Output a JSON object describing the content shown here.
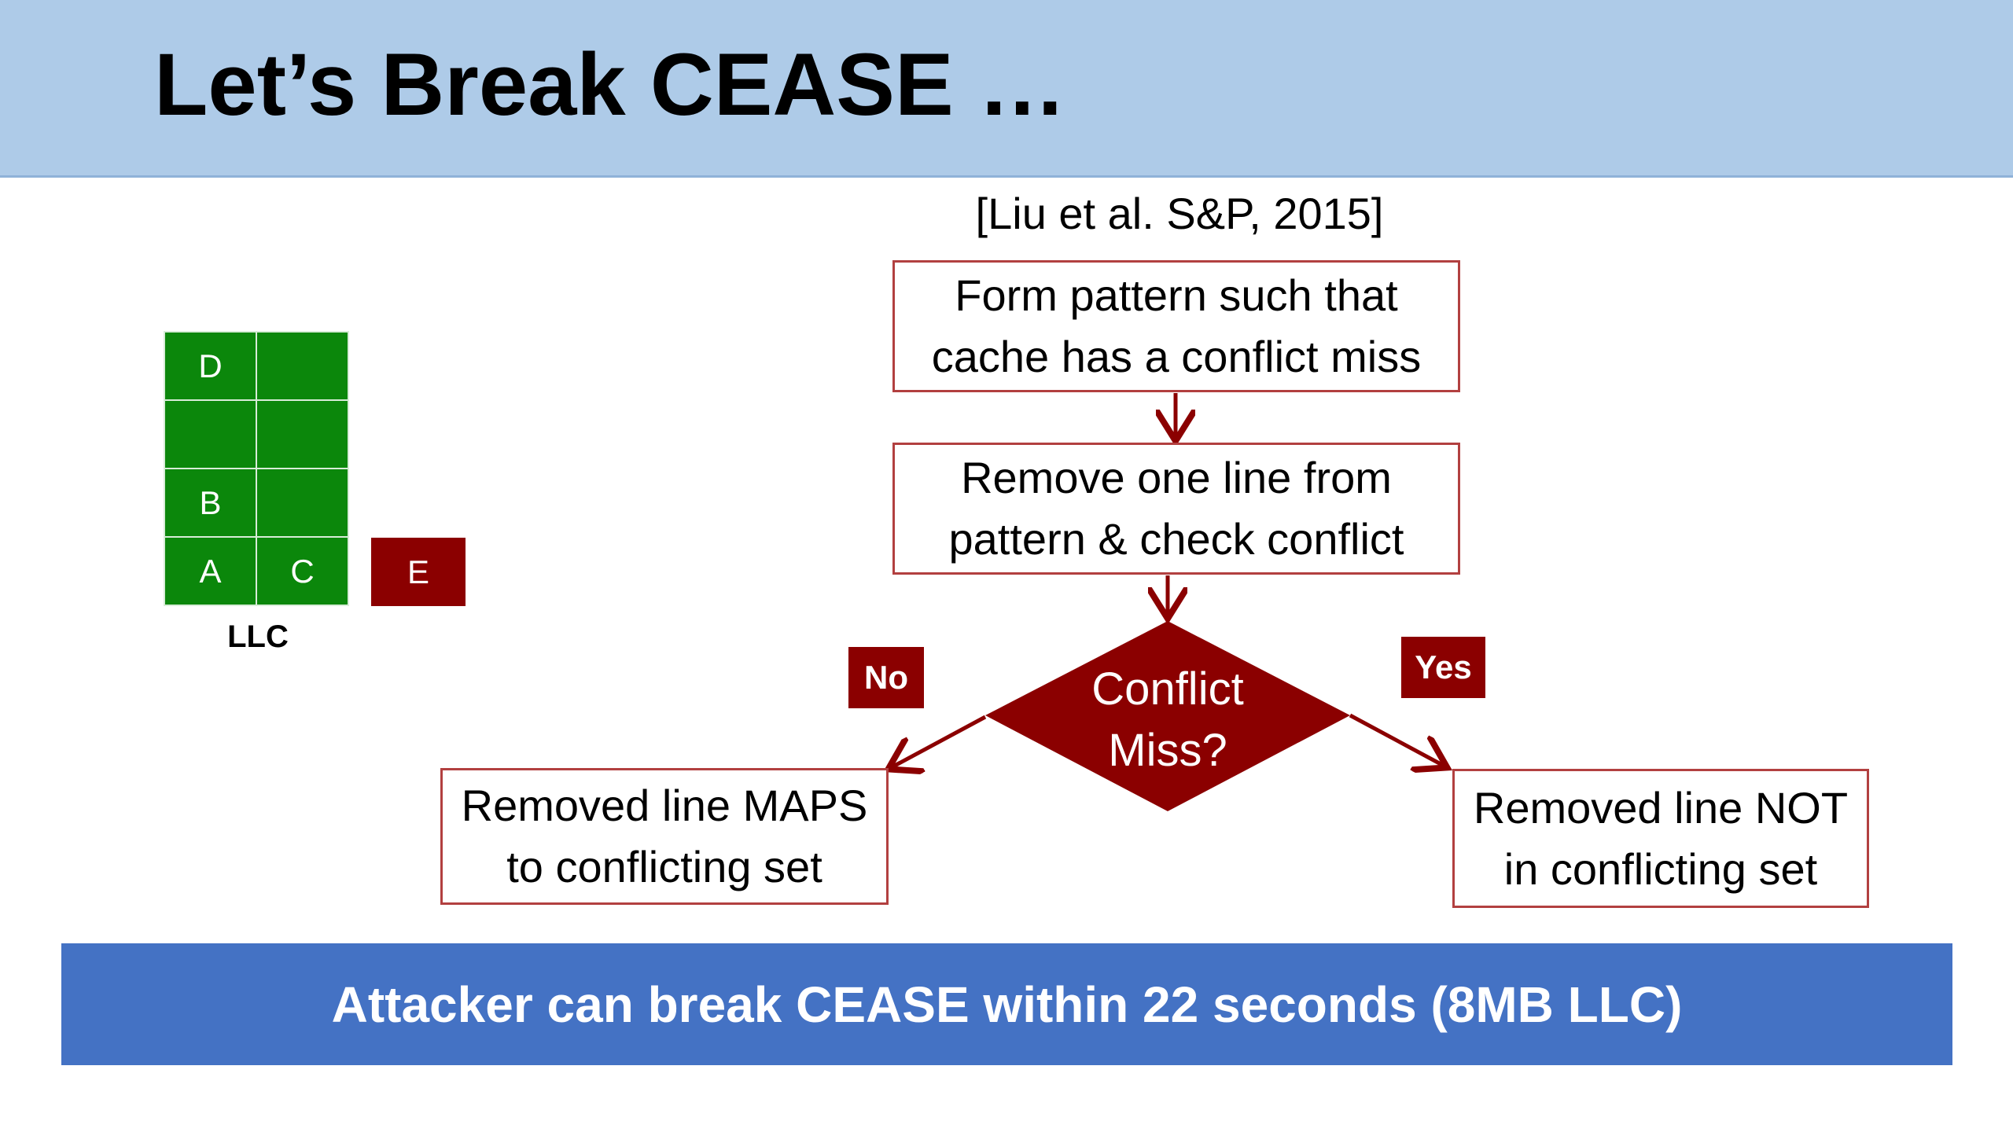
{
  "title": "Let’s Break CEASE …",
  "citation": "[Liu et al. S&P, 2015]",
  "flow": {
    "step1": [
      "Form pattern such that",
      "cache has a conflict miss"
    ],
    "step2": [
      "Remove one line from",
      "pattern & check conflict"
    ],
    "decision": [
      "Conflict",
      "Miss?"
    ],
    "no_label": "No",
    "yes_label": "Yes",
    "no_result": [
      "Removed line MAPS",
      "to conflicting set"
    ],
    "yes_result": [
      "Removed line NOT",
      "in conflicting set"
    ]
  },
  "llc": {
    "label": "LLC",
    "cells": [
      [
        "D",
        ""
      ],
      [
        "",
        ""
      ],
      [
        "B",
        ""
      ],
      [
        "A",
        "C"
      ]
    ],
    "evict": "E"
  },
  "conclusion": "Attacker can break CEASE within 22 seconds (8MB LLC)",
  "colors": {
    "title_band": "#aecbe8",
    "dark_red": "#8b0000",
    "box_border": "#b24040",
    "cache_green": "#0b870b",
    "conclusion_band": "#4472c4"
  }
}
